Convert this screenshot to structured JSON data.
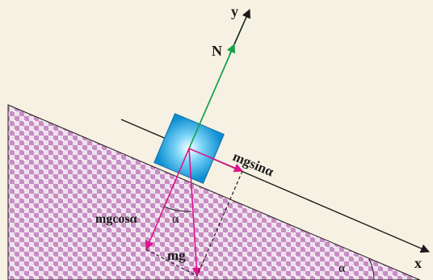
{
  "labels": {
    "y_axis": "y",
    "x_axis": "x",
    "normal_force": "N",
    "parallel_component": "mgsinα",
    "perpendicular_component": "mgcosα",
    "weight": "mg",
    "angle_at_block": "α",
    "angle_at_base": "α"
  },
  "colors": {
    "background": "#f6f1e2",
    "incline_fill": "#c88ec4",
    "incline_pattern": "#efe2ee",
    "normal_force": "#16a34a",
    "force_vectors": "#e0128a",
    "block_center": "#ffffff",
    "block_edge": "#1296d6",
    "axes": "#1a1a1a"
  }
}
